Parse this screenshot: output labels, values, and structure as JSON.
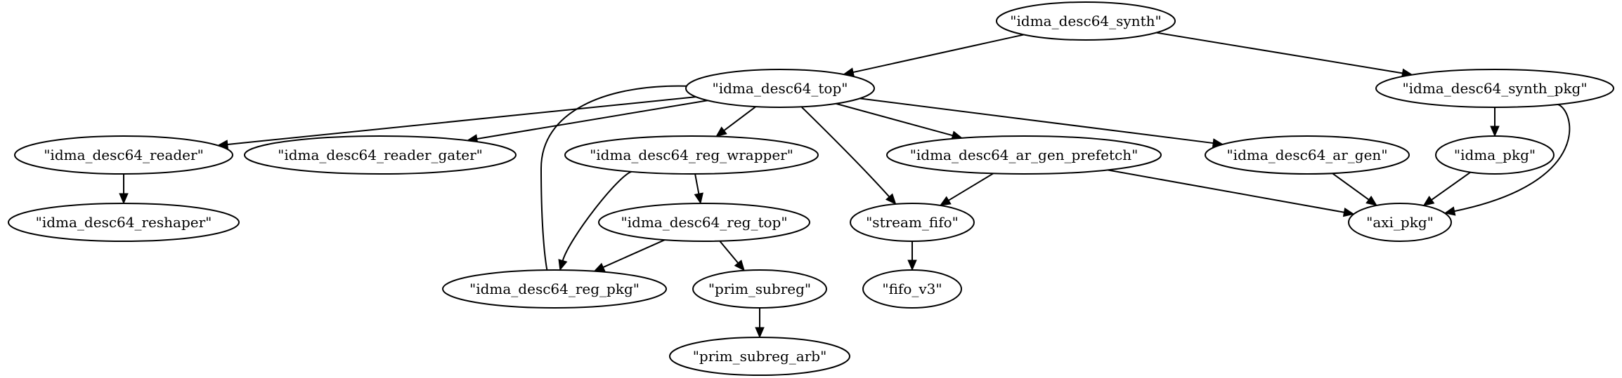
{
  "graph": {
    "nodes": [
      {
        "id": "synth",
        "label": "\"idma_desc64_synth\""
      },
      {
        "id": "top",
        "label": "\"idma_desc64_top\""
      },
      {
        "id": "synth_pkg",
        "label": "\"idma_desc64_synth_pkg\""
      },
      {
        "id": "reader",
        "label": "\"idma_desc64_reader\""
      },
      {
        "id": "reader_gater",
        "label": "\"idma_desc64_reader_gater\""
      },
      {
        "id": "reg_wrapper",
        "label": "\"idma_desc64_reg_wrapper\""
      },
      {
        "id": "ar_gen_prefetch",
        "label": "\"idma_desc64_ar_gen_prefetch\""
      },
      {
        "id": "ar_gen",
        "label": "\"idma_desc64_ar_gen\""
      },
      {
        "id": "idma_pkg",
        "label": "\"idma_pkg\""
      },
      {
        "id": "reshaper",
        "label": "\"idma_desc64_reshaper\""
      },
      {
        "id": "reg_top",
        "label": "\"idma_desc64_reg_top\""
      },
      {
        "id": "stream_fifo",
        "label": "\"stream_fifo\""
      },
      {
        "id": "axi_pkg",
        "label": "\"axi_pkg\""
      },
      {
        "id": "reg_pkg",
        "label": "\"idma_desc64_reg_pkg\""
      },
      {
        "id": "prim_subreg",
        "label": "\"prim_subreg\""
      },
      {
        "id": "fifo_v3",
        "label": "\"fifo_v3\""
      },
      {
        "id": "prim_subreg_arb",
        "label": "\"prim_subreg_arb\""
      }
    ],
    "edges": [
      {
        "from": "synth",
        "to": "top"
      },
      {
        "from": "synth",
        "to": "synth_pkg"
      },
      {
        "from": "top",
        "to": "reader"
      },
      {
        "from": "top",
        "to": "reader_gater"
      },
      {
        "from": "top",
        "to": "reg_pkg"
      },
      {
        "from": "top",
        "to": "reg_wrapper"
      },
      {
        "from": "top",
        "to": "stream_fifo"
      },
      {
        "from": "top",
        "to": "ar_gen_prefetch"
      },
      {
        "from": "top",
        "to": "ar_gen"
      },
      {
        "from": "synth_pkg",
        "to": "idma_pkg"
      },
      {
        "from": "synth_pkg",
        "to": "axi_pkg"
      },
      {
        "from": "reader",
        "to": "reshaper"
      },
      {
        "from": "reg_wrapper",
        "to": "reg_pkg"
      },
      {
        "from": "reg_wrapper",
        "to": "reg_top"
      },
      {
        "from": "ar_gen_prefetch",
        "to": "stream_fifo"
      },
      {
        "from": "ar_gen_prefetch",
        "to": "axi_pkg"
      },
      {
        "from": "ar_gen",
        "to": "axi_pkg"
      },
      {
        "from": "idma_pkg",
        "to": "axi_pkg"
      },
      {
        "from": "reg_top",
        "to": "reg_pkg"
      },
      {
        "from": "reg_top",
        "to": "prim_subreg"
      },
      {
        "from": "stream_fifo",
        "to": "fifo_v3"
      },
      {
        "from": "prim_subreg",
        "to": "prim_subreg_arb"
      }
    ]
  }
}
